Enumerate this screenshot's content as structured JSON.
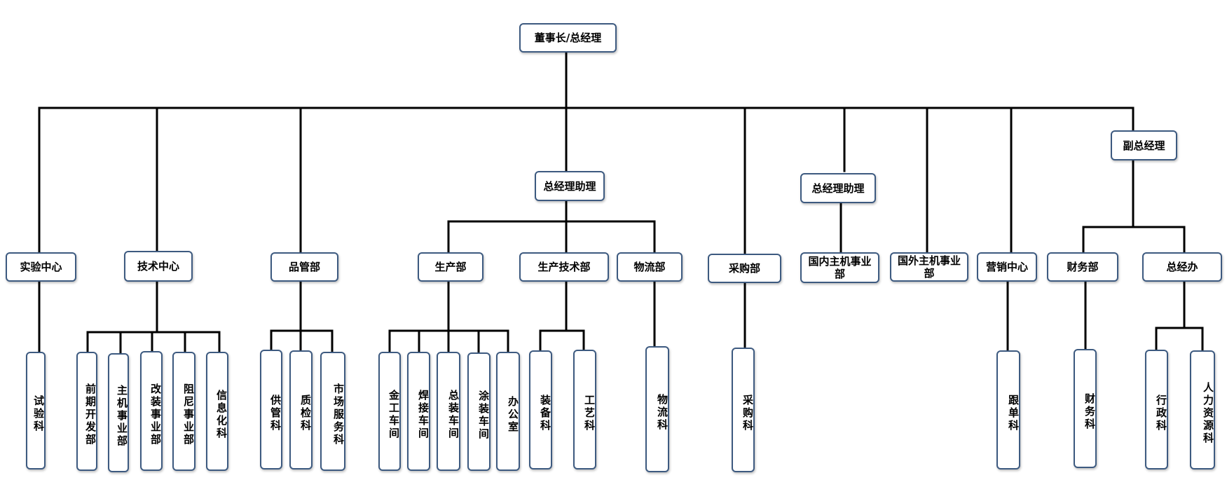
{
  "org_chart": {
    "top": "董事长/总经理",
    "branches": {
      "lab_center": {
        "label": "实验中心",
        "sub": [
          "试验科"
        ]
      },
      "tech_center": {
        "label": "技术中心",
        "sub": [
          "前期开发部",
          "主机事业部",
          "改装事业部",
          "阻尼事业部",
          "信息化科"
        ]
      },
      "quality": {
        "label": "品管部",
        "sub": [
          "供管科",
          "质检科",
          "市场服务科"
        ]
      },
      "assistant_1": {
        "label": "总经理助理",
        "production": {
          "label": "生产部",
          "sub": [
            "金工车间",
            "焊接车间",
            "总装车间",
            "涂装车间",
            "办公室"
          ]
        },
        "prod_tech": {
          "label": "生产技术部",
          "sub": [
            "装备科",
            "工艺科"
          ]
        },
        "logistics": {
          "label": "物流部",
          "sub": [
            "物流科"
          ]
        }
      },
      "purchasing": {
        "label": "采购部",
        "sub": [
          "采购科"
        ]
      },
      "assistant_2": {
        "label": "总经理助理",
        "domestic": {
          "label": "国内主机事业部"
        }
      },
      "overseas": {
        "label": "国外主机事业部"
      },
      "marketing": {
        "label": "营销中心",
        "sub": [
          "跟单科"
        ]
      },
      "vice_gm": {
        "label": "副总经理",
        "finance": {
          "label": "财务部",
          "sub": [
            "财务科"
          ]
        },
        "gm_office": {
          "label": "总经办",
          "sub": [
            "行政科",
            "人力资源科"
          ]
        }
      }
    }
  },
  "colors": {
    "box_border": "#3d5a80",
    "line": "#000000"
  }
}
